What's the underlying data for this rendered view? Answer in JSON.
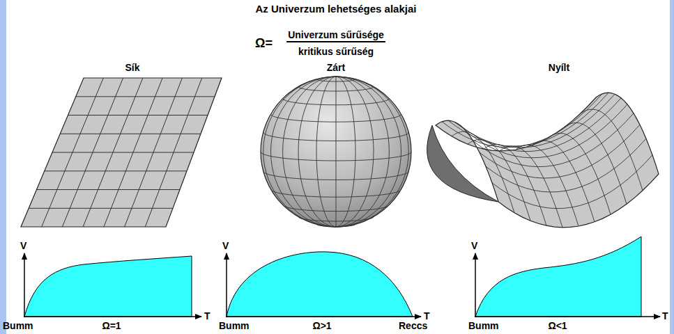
{
  "diagram": {
    "title": "Az Univerzum lehetséges alakjai",
    "labels": [
      "Ω=",
      "Univerzum sűrűsége",
      "kritikus sűrűség",
      "Sík",
      "Zárt",
      "Nyílt",
      "V",
      "T",
      "Bumm",
      "Ω=1",
      "V",
      "T",
      "Bumm",
      "Ω>1",
      "Reccs",
      "V",
      "T",
      "Bumm",
      "Ω<1"
    ]
  }
}
